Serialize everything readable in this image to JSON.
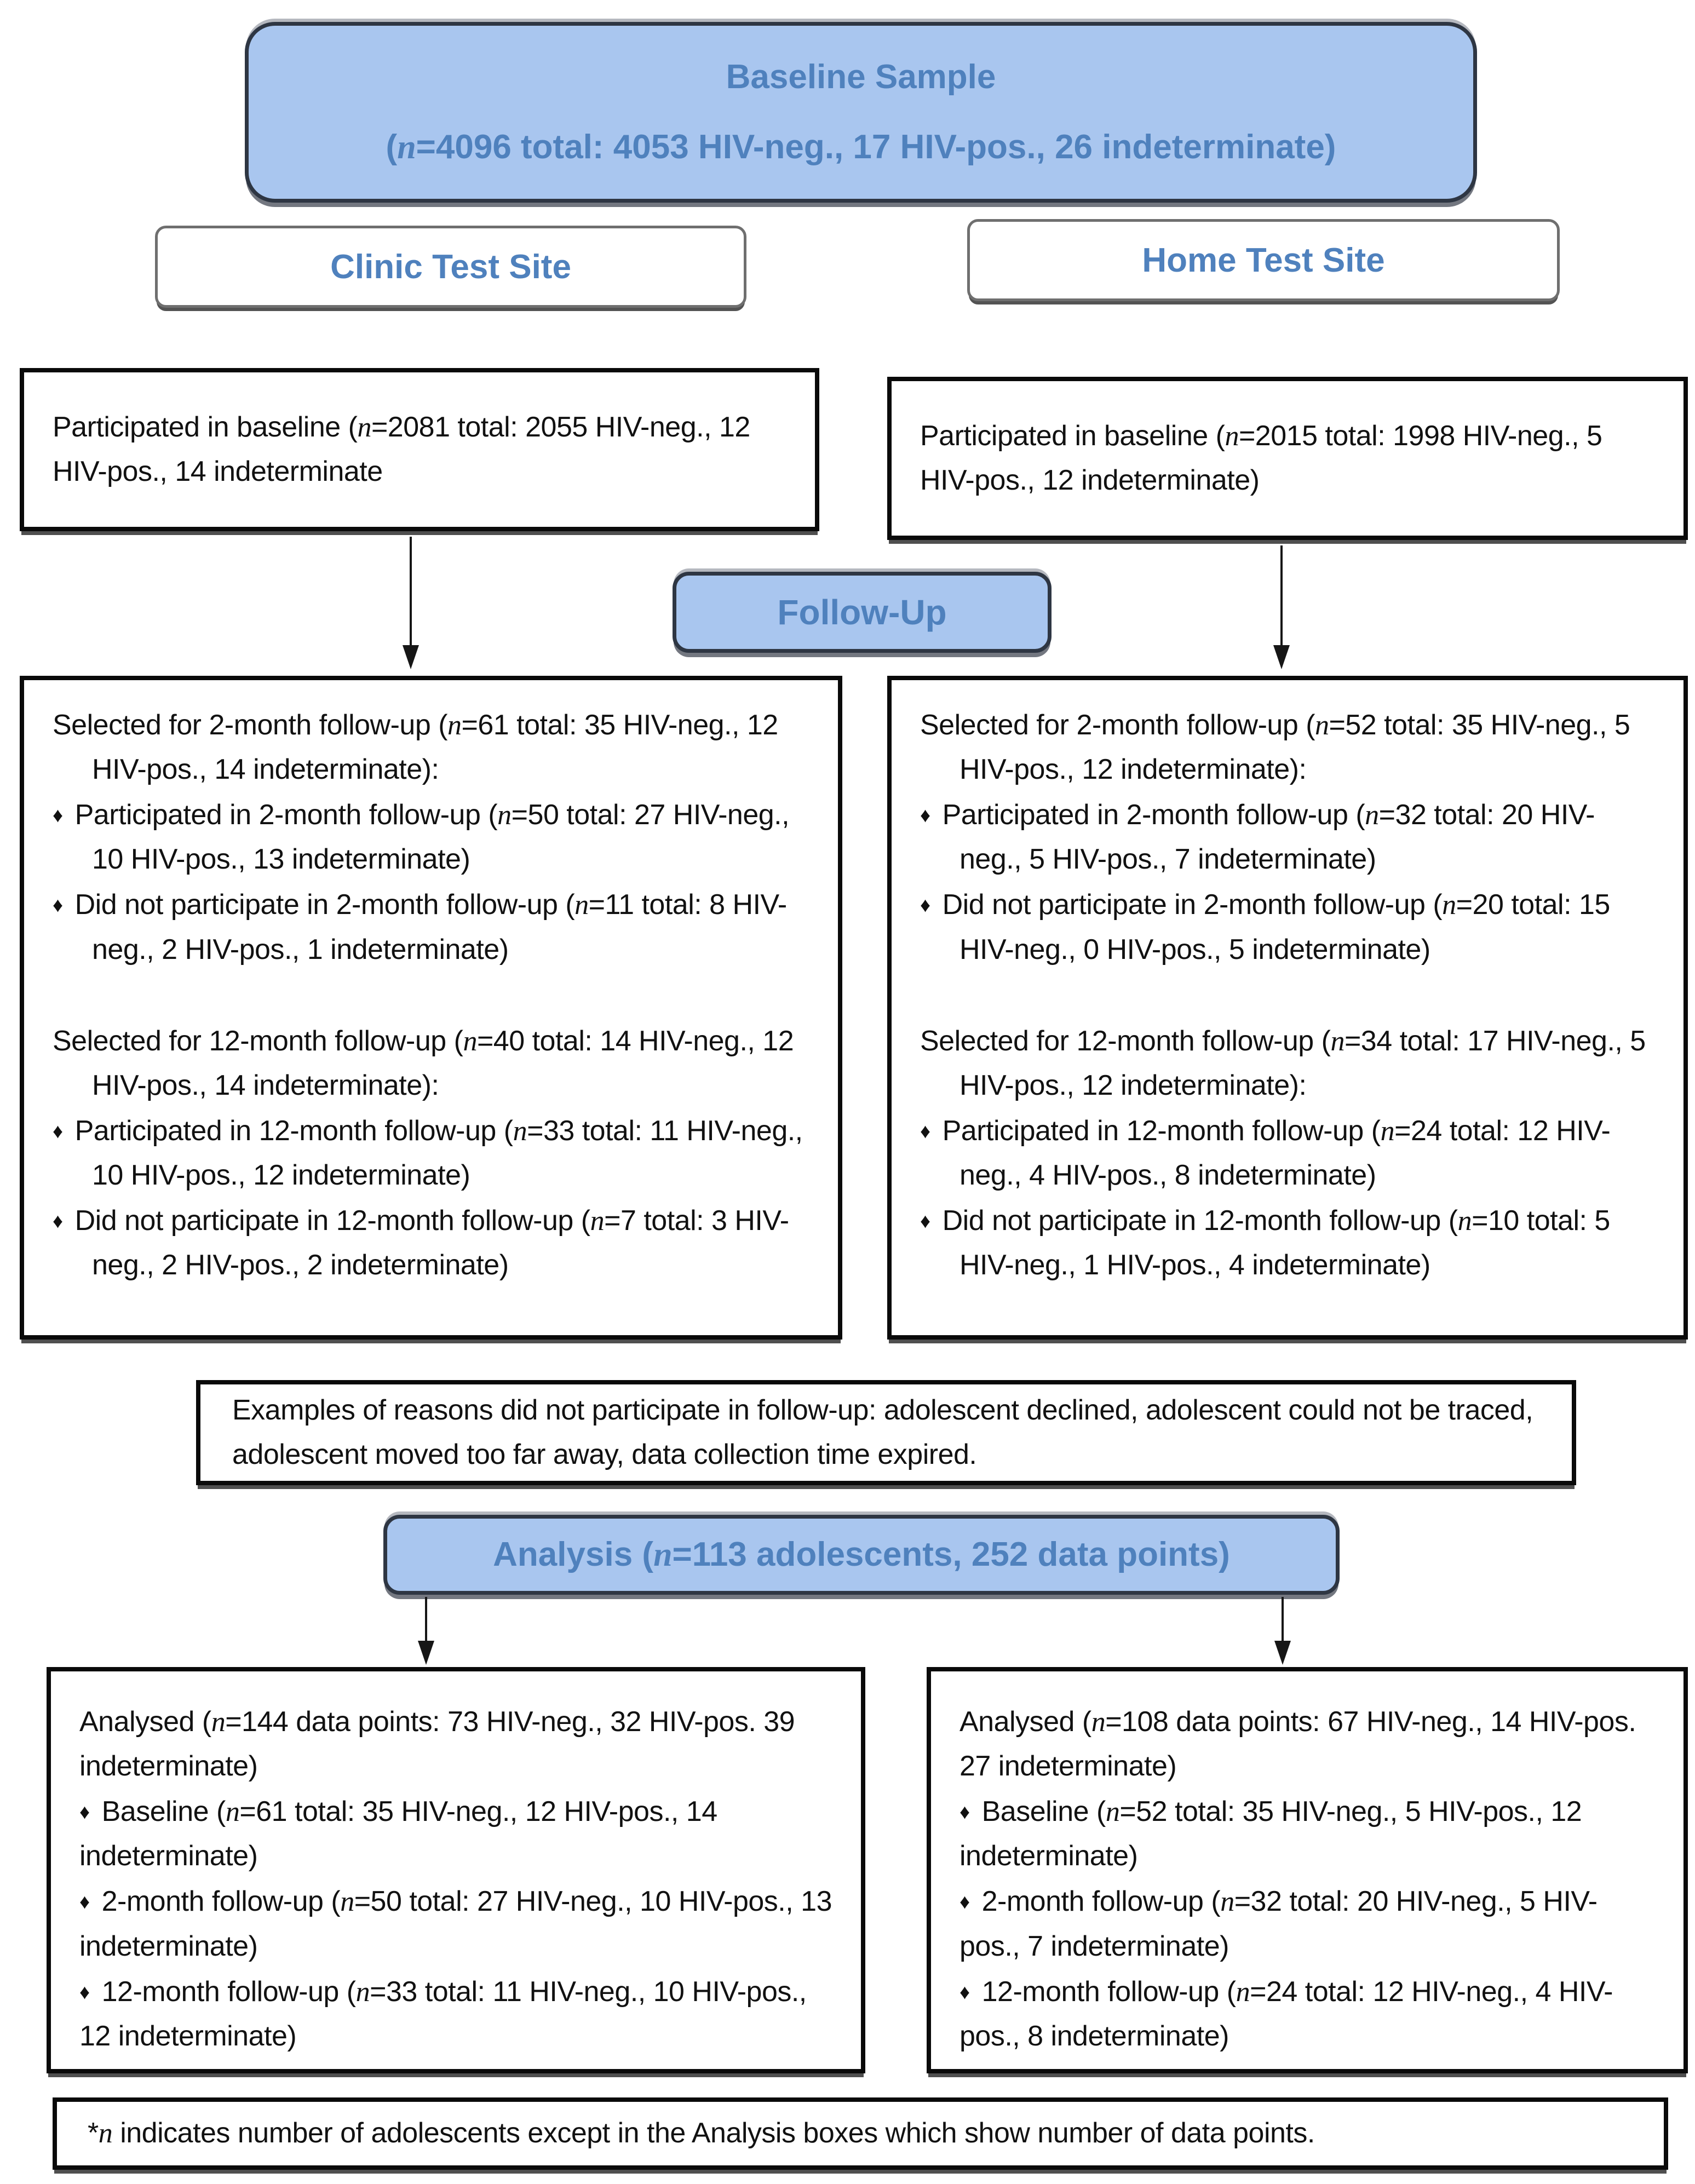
{
  "glyphs": {
    "bullet": "♦"
  },
  "colors": {
    "banner_fill": "#a9c6ef",
    "banner_text": "#4f81bd",
    "banner_border": "#2e3643",
    "box_border": "#0a0a0a",
    "site_border": "#6f6f6f",
    "arrow": "#161616"
  },
  "baseline_banner": {
    "title": "Baseline Sample",
    "subtitle": "(n=4096 total: 4053 HIV-neg., 17 HIV-pos., 26 indeterminate)"
  },
  "sites": {
    "clinic": "Clinic Test Site",
    "home": "Home Test Site"
  },
  "baseline_boxes": {
    "clinic": "Participated in baseline (n=2081 total: 2055 HIV-neg., 12 HIV-pos., 14 indeterminate",
    "home": "Participated in baseline (n=2015 total: 1998 HIV-neg., 5 HIV-pos., 12 indeterminate)"
  },
  "followup_banner": "Follow-Up",
  "followup": {
    "clinic": {
      "groups": [
        {
          "lead": "Selected for 2-month follow-up (n=61 total: 35 HIV-neg., 12 HIV-pos., 14 indeterminate):",
          "bullets": [
            "Participated in 2-month follow-up (n=50 total: 27 HIV-neg., 10 HIV-pos., 13 indeterminate)",
            "Did not participate in 2-month follow-up (n=11 total: 8 HIV-neg., 2 HIV-pos., 1 indeterminate)"
          ]
        },
        {
          "lead": "Selected for 12-month follow-up (n=40 total: 14 HIV-neg., 12 HIV-pos., 14 indeterminate):",
          "bullets": [
            "Participated in 12-month follow-up (n=33 total: 11 HIV-neg., 10 HIV-pos., 12 indeterminate)",
            "Did not participate in 12-month follow-up (n=7 total: 3 HIV-neg., 2 HIV-pos., 2 indeterminate)"
          ]
        }
      ]
    },
    "home": {
      "groups": [
        {
          "lead": "Selected for 2-month follow-up (n=52 total: 35 HIV-neg., 5 HIV-pos., 12 indeterminate):",
          "bullets": [
            "Participated in 2-month follow-up (n=32 total: 20 HIV-neg., 5 HIV-pos., 7 indeterminate)",
            "Did not participate in 2-month follow-up (n=20 total: 15 HIV-neg., 0 HIV-pos., 5 indeterminate)"
          ]
        },
        {
          "lead": "Selected for 12-month follow-up (n=34 total: 17 HIV-neg., 5 HIV-pos., 12 indeterminate):",
          "bullets": [
            "Participated in 12-month follow-up (n=24 total: 12 HIV-neg., 4 HIV-pos., 8 indeterminate)",
            "Did not participate in 12-month follow-up (n=10 total: 5 HIV-neg., 1 HIV-pos., 4 indeterminate)"
          ]
        }
      ]
    }
  },
  "reasons_note": "Examples of reasons did not participate in follow-up: adolescent declined, adolescent could not be traced, adolescent moved too far away, data collection time expired.",
  "analysis_banner": "Analysis (n=113 adolescents, 252 data points)",
  "analysis": {
    "clinic": {
      "lead": "Analysed (n=144 data points: 73 HIV-neg., 32 HIV-pos. 39 indeterminate)",
      "bullets": [
        "Baseline (n=61 total: 35 HIV-neg., 12 HIV-pos., 14 indeterminate)",
        "2-month follow-up (n=50 total: 27 HIV-neg., 10 HIV-pos., 13 indeterminate)",
        "12-month follow-up (n=33 total: 11 HIV-neg., 10 HIV-pos., 12 indeterminate)"
      ]
    },
    "home": {
      "lead": "Analysed (n=108 data points: 67 HIV-neg., 14 HIV-pos. 27 indeterminate)",
      "bullets": [
        "Baseline (n=52 total: 35 HIV-neg., 5 HIV-pos., 12 indeterminate)",
        "2-month follow-up (n=32 total: 20 HIV-neg., 5 HIV-pos., 7 indeterminate)",
        "12-month follow-up (n=24 total: 12 HIV-neg., 4 HIV-pos., 8 indeterminate)"
      ]
    }
  },
  "footnote": "*n indicates number of adolescents except in the Analysis boxes which show number of data points."
}
